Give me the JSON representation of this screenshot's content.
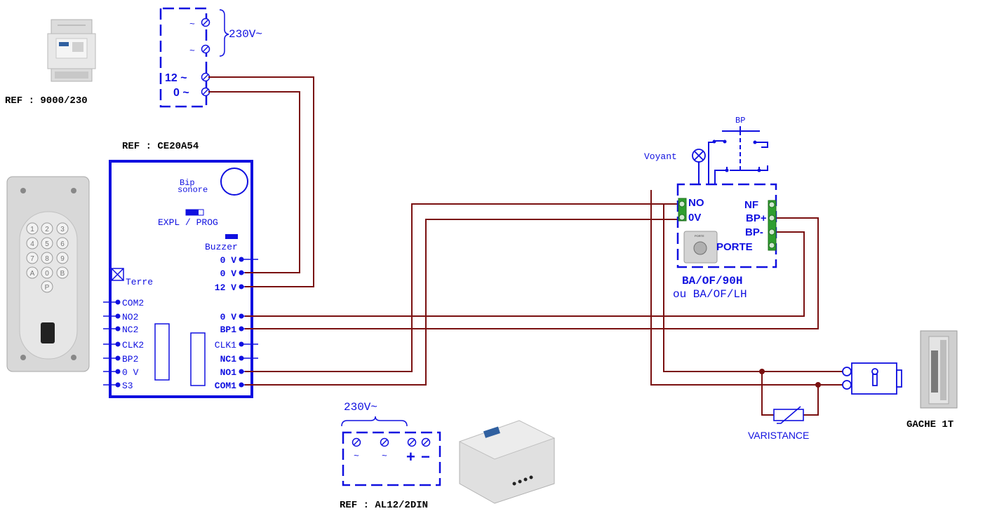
{
  "colors": {
    "wire": "#7a1010",
    "component": "#1010e0",
    "terminal_green": "#2f9e2f",
    "background": "#ffffff"
  },
  "transformer": {
    "ref_label": "REF : 9000/230",
    "voltage": "230V~",
    "tilde": "~",
    "out_12": "12 ~",
    "out_0": "0 ~",
    "icon": "din-transformer-icon"
  },
  "keypad": {
    "ref_label": "REF : CE20A54",
    "buzzer_label_1": "Bip",
    "buzzer_label_2": "sonore",
    "switch_label": "EXPL / PROG",
    "buzzer": "Buzzer",
    "earth": "Terre",
    "right_terminals": [
      "0 V",
      "0 V",
      "12 V",
      "0 V",
      "BP1",
      "CLK1",
      "NC1",
      "NO1",
      "COM1"
    ],
    "left_terminals": [
      "COM2",
      "NO2",
      "NC2",
      "CLK2",
      "BP2",
      "0 V",
      "S3"
    ],
    "keys": [
      "1",
      "2",
      "3",
      "4",
      "5",
      "6",
      "7",
      "8",
      "9",
      "A",
      "0",
      "B",
      "P"
    ],
    "icon": "keypad-photo-icon"
  },
  "power_supply": {
    "ref_label": "REF : AL12/2DIN",
    "voltage": "230V~",
    "tilde": "~",
    "plus": "+",
    "minus": "−",
    "icon": "din-power-supply-icon"
  },
  "exit_button": {
    "name_1": "BA/OF/90H",
    "name_2": "ou BA/OF/LH",
    "no": "NO",
    "ov": "0V",
    "nf": "NF",
    "bp_plus": "BP+",
    "bp_minus": "BP-",
    "porte": "PORTE",
    "plate_text": "PORTE",
    "bp": "BP",
    "voyant": "Voyant"
  },
  "varistance": {
    "label": "VARISTANCE"
  },
  "gache": {
    "label": "GACHE 1T",
    "icon": "strike-photo-icon"
  }
}
